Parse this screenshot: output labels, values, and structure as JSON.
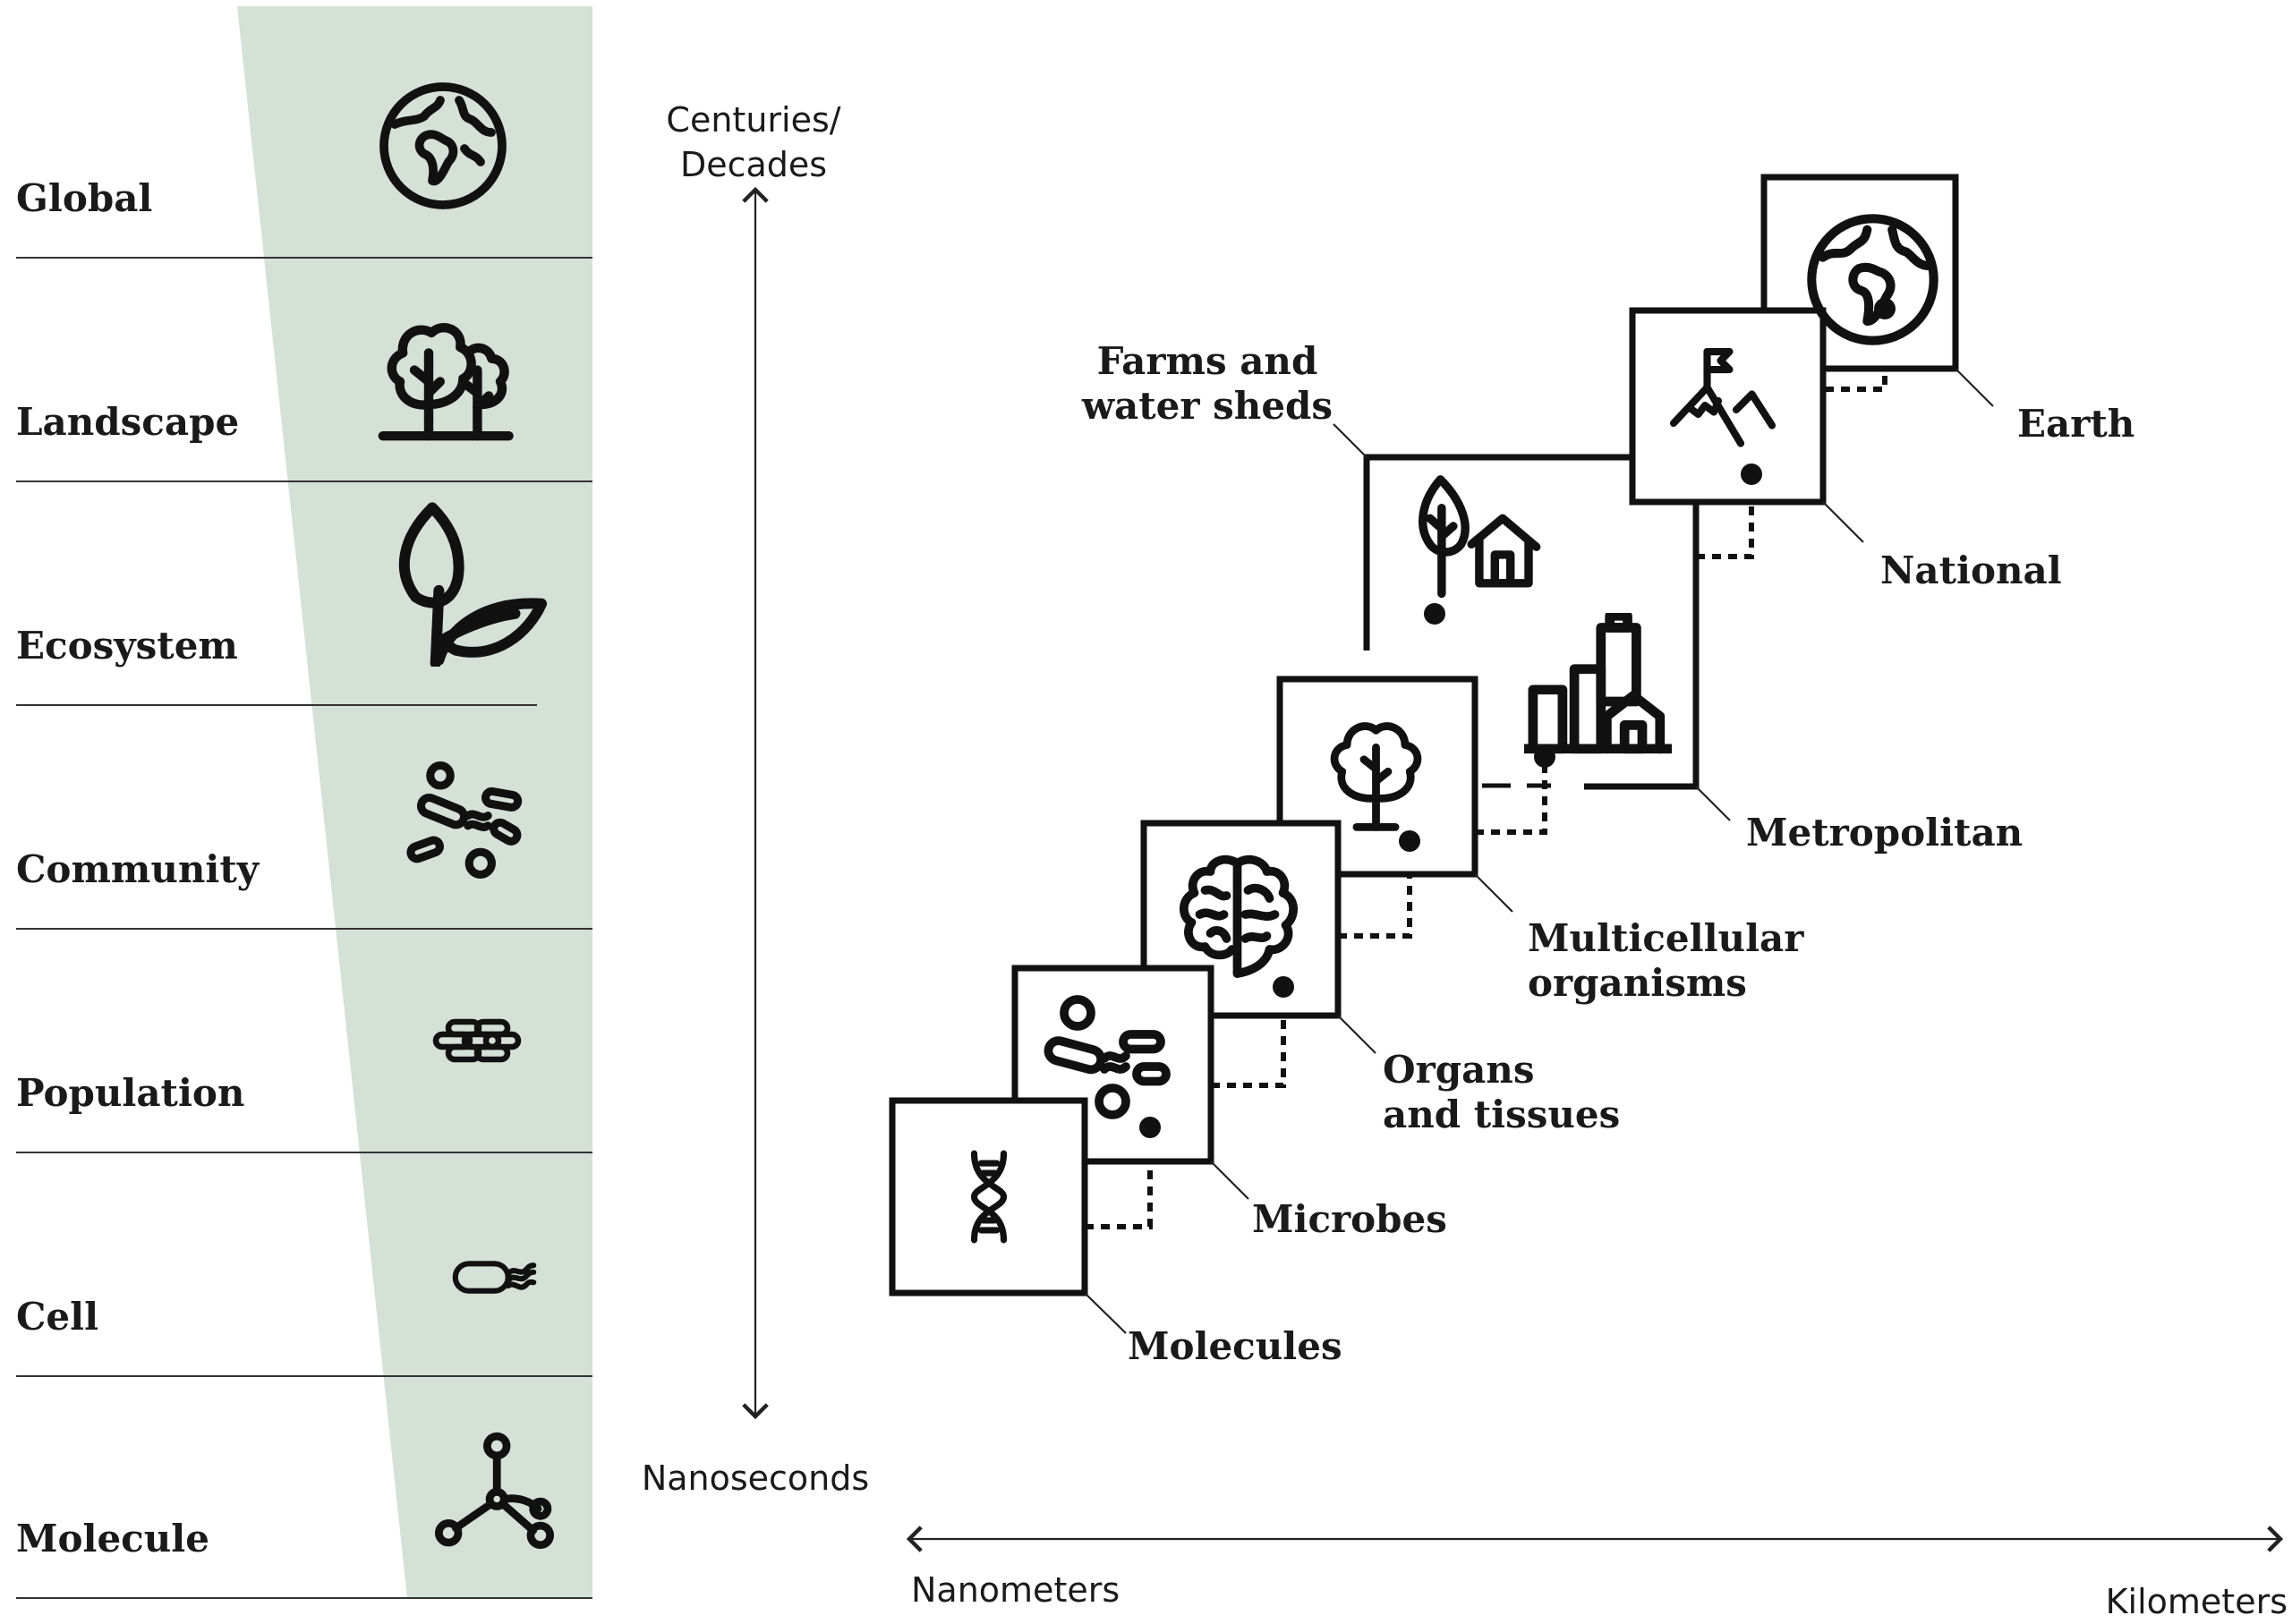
{
  "hierarchy": {
    "levels": [
      {
        "label": "Global",
        "icon": "globe-icon"
      },
      {
        "label": "Landscape",
        "icon": "trees-icon"
      },
      {
        "label": "Ecosystem",
        "icon": "leaves-icon"
      },
      {
        "label": "Community",
        "icon": "microbe-community-icon"
      },
      {
        "label": "Population",
        "icon": "cell-population-icon"
      },
      {
        "label": "Cell",
        "icon": "bacterium-icon"
      },
      {
        "label": "Molecule",
        "icon": "molecule-icon"
      }
    ],
    "band_color": "#d5e0d6"
  },
  "time_axis": {
    "top_label_line1": "Centuries/",
    "top_label_line2": "Decades",
    "bottom_label": "Nanoseconds"
  },
  "space_axis": {
    "left_label": "Nanometers",
    "right_label": "Kilometers"
  },
  "scales": [
    {
      "lines": [
        "Molecules"
      ],
      "icon": "dna-icon"
    },
    {
      "lines": [
        "Microbes"
      ],
      "icon": "microbes-icon"
    },
    {
      "lines": [
        "Organs",
        "and tissues"
      ],
      "icon": "brain-icon"
    },
    {
      "lines": [
        "Multicellular",
        "organisms"
      ],
      "icon": "tree-icon"
    },
    {
      "lines": [
        "Metropolitan"
      ],
      "icon": "city-icon"
    },
    {
      "lines": [
        "Farms and",
        "water sheds"
      ],
      "icon": "farm-house-icon"
    },
    {
      "lines": [
        "National"
      ],
      "icon": "mountain-flag-icon"
    },
    {
      "lines": [
        "Earth"
      ],
      "icon": "earth-icon"
    }
  ]
}
